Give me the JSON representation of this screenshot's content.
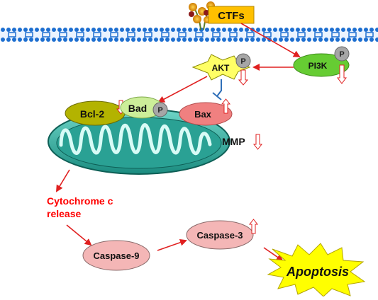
{
  "nodes": {
    "ctfs": "CTFs",
    "pi3k": "PI3K",
    "akt": "AKT",
    "bcl2": "Bcl-2",
    "bad": "Bad",
    "bax": "Bax",
    "mmp": "MMP",
    "cytochrome_line1": "Cytochrome c",
    "cytochrome_line2": "release",
    "caspase9": "Caspase-9",
    "caspase3": "Caspase-3",
    "apoptosis": "Apoptosis"
  },
  "phospho": {
    "akt": "P",
    "pi3k": "P",
    "bad": "P"
  },
  "legend_icons": {
    "up": "up-arrow-icon",
    "down": "down-arrow-icon"
  },
  "colors": {
    "ctfs_box": "#ffc000",
    "akt_star": "#ffff66",
    "pi3k_ellipse": "#66cc33",
    "bcl2_ellipse": "#b3b300",
    "bad_ellipse": "#ccee99",
    "bax_ellipse": "#f08080",
    "caspase": "#f4b6b6",
    "mito": "#3ab5a8",
    "membrane": "#1e6fd0",
    "activation_arrow": "#e02020",
    "inhibition": "#2f6fb8",
    "phospho": "#a6a6a6",
    "cytochrome_text": "#ff0000"
  }
}
